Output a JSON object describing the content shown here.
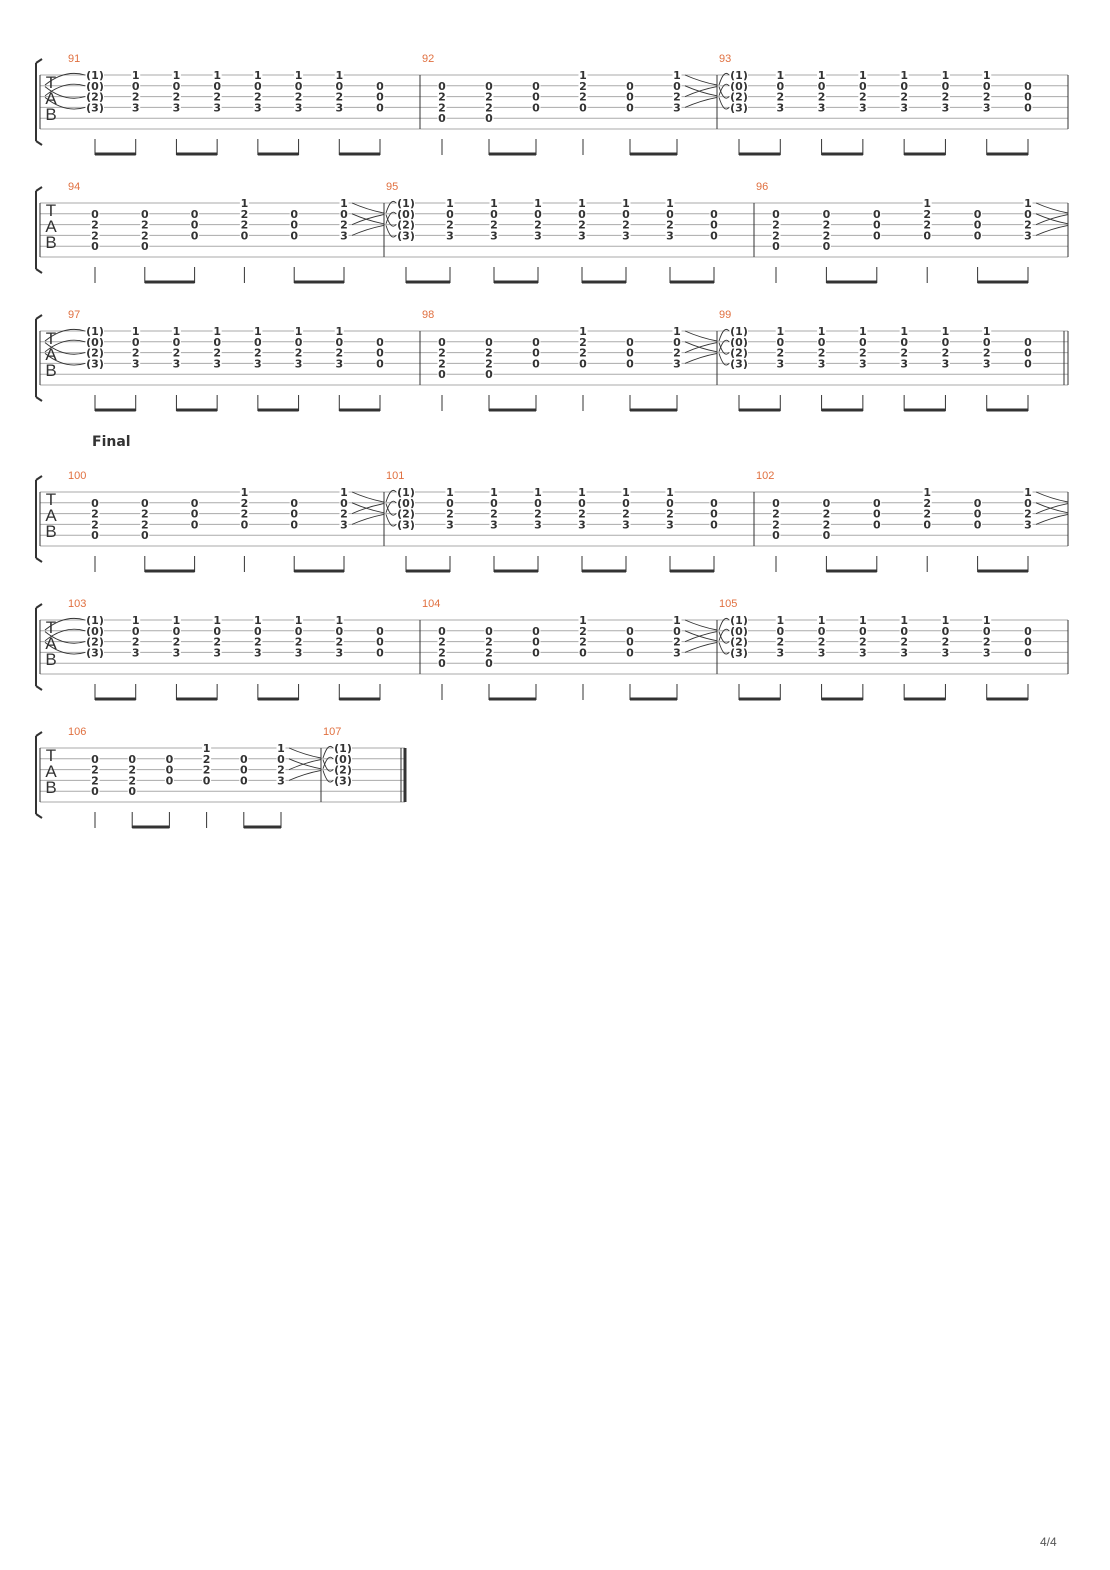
{
  "page_number": "4/4",
  "section_label": "Final",
  "clef_letters": [
    "T",
    "A",
    "B"
  ],
  "patterns": {
    "A": {
      "lead_tie": true,
      "tail_tie": false,
      "stems": [
        "beam",
        "beam",
        "beam",
        "beam"
      ],
      "chords": [
        [
          "(1)",
          "(0)",
          "(2)",
          "(3)",
          ""
        ],
        [
          "1",
          "0",
          "2",
          "3",
          ""
        ],
        [
          "1",
          "0",
          "2",
          "3",
          ""
        ],
        [
          "1",
          "0",
          "2",
          "3",
          ""
        ],
        [
          "1",
          "0",
          "2",
          "3",
          ""
        ],
        [
          "1",
          "0",
          "2",
          "3",
          ""
        ],
        [
          "1",
          "0",
          "2",
          "3",
          ""
        ],
        [
          "",
          "0",
          "0",
          "0",
          ""
        ]
      ]
    },
    "B": {
      "lead_tie": false,
      "tail_tie": true,
      "stems": [
        "single",
        "beam",
        "single",
        "beam"
      ],
      "chords": [
        [
          "",
          "0",
          "2",
          "2",
          "0"
        ],
        [
          "",
          "0",
          "2",
          "2",
          "0"
        ],
        [
          "",
          "0",
          "0",
          "0",
          ""
        ],
        [
          "1",
          "2",
          "2",
          "0",
          ""
        ],
        [
          "",
          "0",
          "0",
          "0",
          ""
        ],
        [
          "1",
          "0",
          "2",
          "3",
          ""
        ]
      ]
    }
  },
  "systems": [
    {
      "measures": [
        {
          "number": "91",
          "pattern": "A"
        },
        {
          "number": "92",
          "pattern": "B"
        },
        {
          "number": "93",
          "pattern": "A"
        }
      ]
    },
    {
      "measures": [
        {
          "number": "94",
          "pattern": "B"
        },
        {
          "number": "95",
          "pattern": "A"
        },
        {
          "number": "96",
          "pattern": "B"
        }
      ]
    },
    {
      "measures": [
        {
          "number": "97",
          "pattern": "A"
        },
        {
          "number": "98",
          "pattern": "B"
        },
        {
          "number": "99",
          "pattern": "A"
        }
      ],
      "end_barline": "double"
    },
    {
      "measures": [
        {
          "number": "100",
          "pattern": "B"
        },
        {
          "number": "101",
          "pattern": "A"
        },
        {
          "number": "102",
          "pattern": "B"
        }
      ],
      "section": true
    },
    {
      "measures": [
        {
          "number": "103",
          "pattern": "A"
        },
        {
          "number": "104",
          "pattern": "B"
        },
        {
          "number": "105",
          "pattern": "A"
        }
      ]
    },
    {
      "measures": [
        {
          "number": "106",
          "pattern": "B"
        },
        {
          "number": "107",
          "pattern": "A",
          "chord_count": 1
        }
      ],
      "end_barline": "final"
    }
  ],
  "colors": {
    "staff": "#aaaaaa",
    "ink": "#333333",
    "measure_number": "#e07040"
  }
}
